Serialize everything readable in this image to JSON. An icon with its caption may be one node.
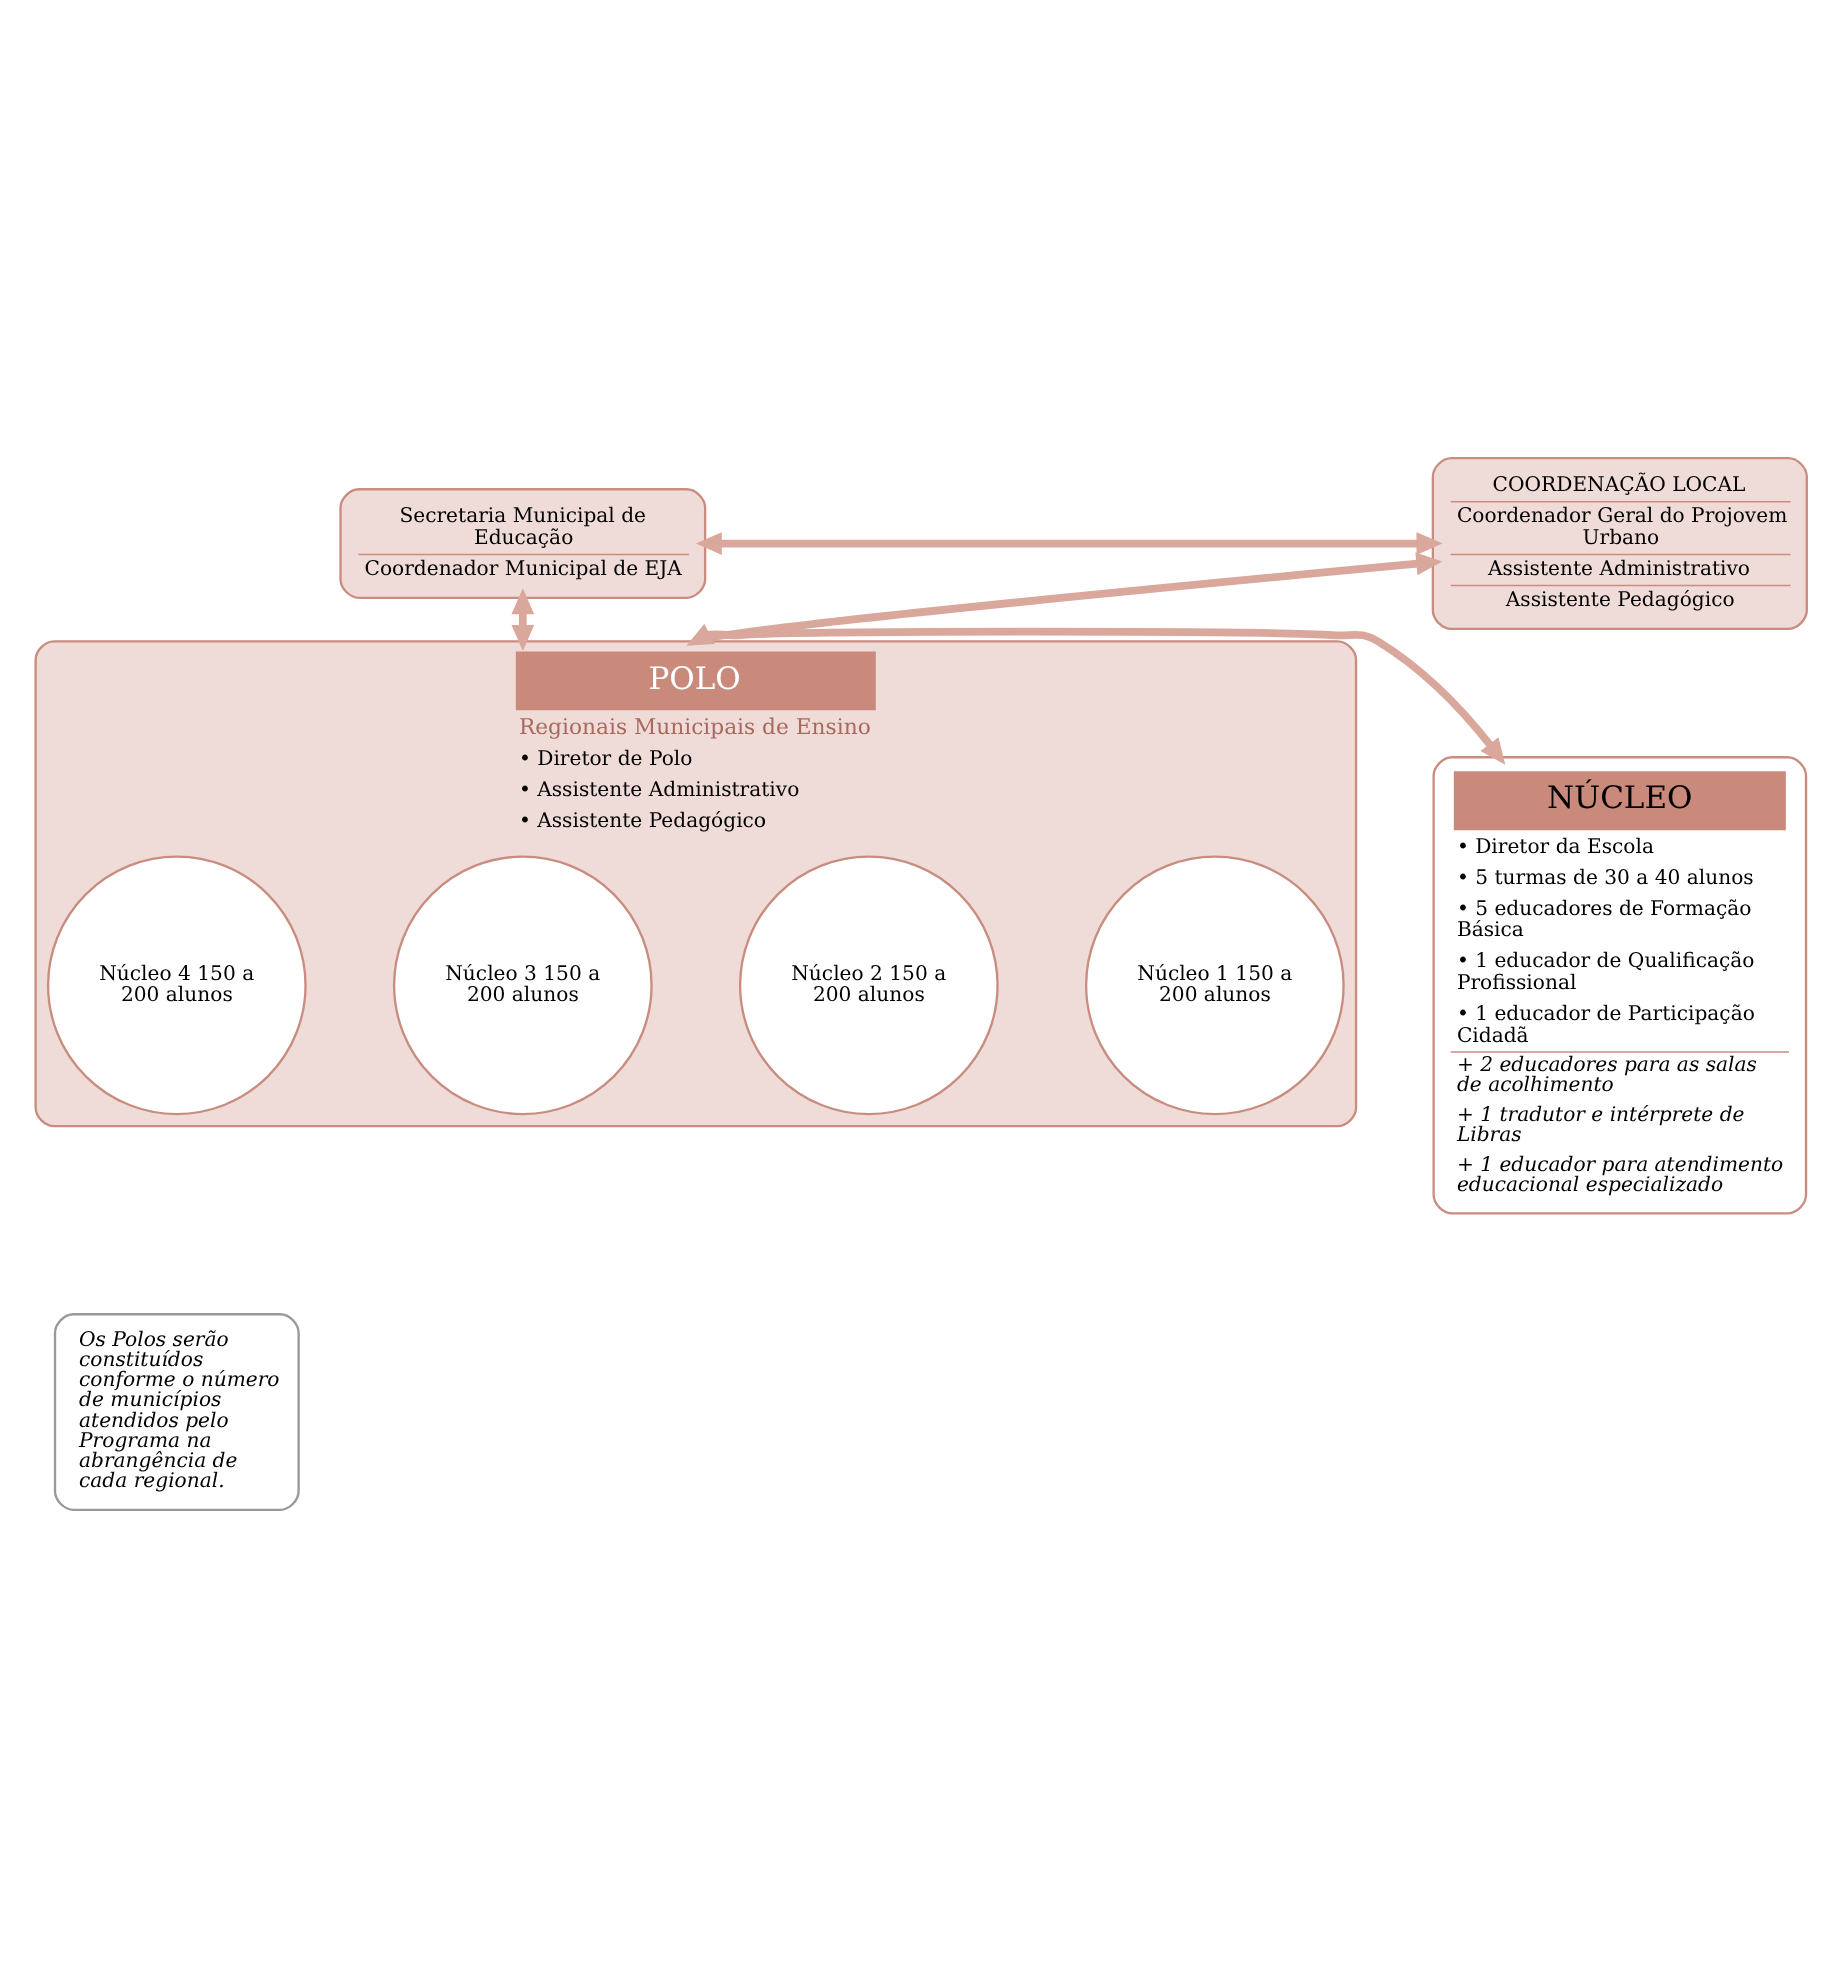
{
  "diagram": {
    "nodes": [
      {
        "text": [
          "Secretaria Municipal de Educação",
          "Coordenador Municipal de EJA"
        ]
      },
      {
        "text": [
          "COORDENAÇÃO LOCAL",
          "Coordenador Geral do Projovem Urbano",
          "Assistente Administrativo",
          "Assistente Pedagógico"
        ]
      },
      {
        "text": [
          "POLO",
          "Regionais Municipais de Ensino",
          "• Diretor de Polo",
          "• Assistente Administrativo",
          "• Assistente Pedagógico"
        ]
      },
      {
        "text": [
          "Núcleo 1 150 a 200 alunos"
        ],
        "in": 2
      },
      {
        "text": [
          "Núcleo 2 150 a 200 alunos"
        ],
        "in": 2
      },
      {
        "text": [
          "Núcleo 3 150 a 200 alunos"
        ],
        "in": 2
      },
      {
        "text": [
          "Núcleo 4 150 a 200 alunos"
        ],
        "in": 2
      },
      {
        "text": [
          "Os Polos serão constituídos conforme o número de municípios atendidos pelo Programa na abrangência de cada regional."
        ]
      },
      {
        "text": [
          "NÚCLEO",
          "• Diretor da Escola",
          "• 5 turmas de 30 a 40 alunos",
          "• 5 educadores de Formação Básica",
          "• 1 educador de Qualificação Profissional",
          "• 1 educador de Participação Cidadã",
          "+ 2 educadores para as salas de acolhimento",
          "+ 1 tradutor e intérprete de Libras",
          "+ 1 educador para atendimento educacional especializado"
        ]
      }
    ],
    "edges": [
      {
        "from": 0,
        "to": 1,
        "arrow": "both"
      },
      {
        "from": 0,
        "to": 2,
        "arrow": "both"
      },
      {
        "from": 2,
        "to": 8,
        "arrow": "both"
      },
      {
        "from": 2,
        "to": 1,
        "arrow": "to"
      }
    ]
  }
}
